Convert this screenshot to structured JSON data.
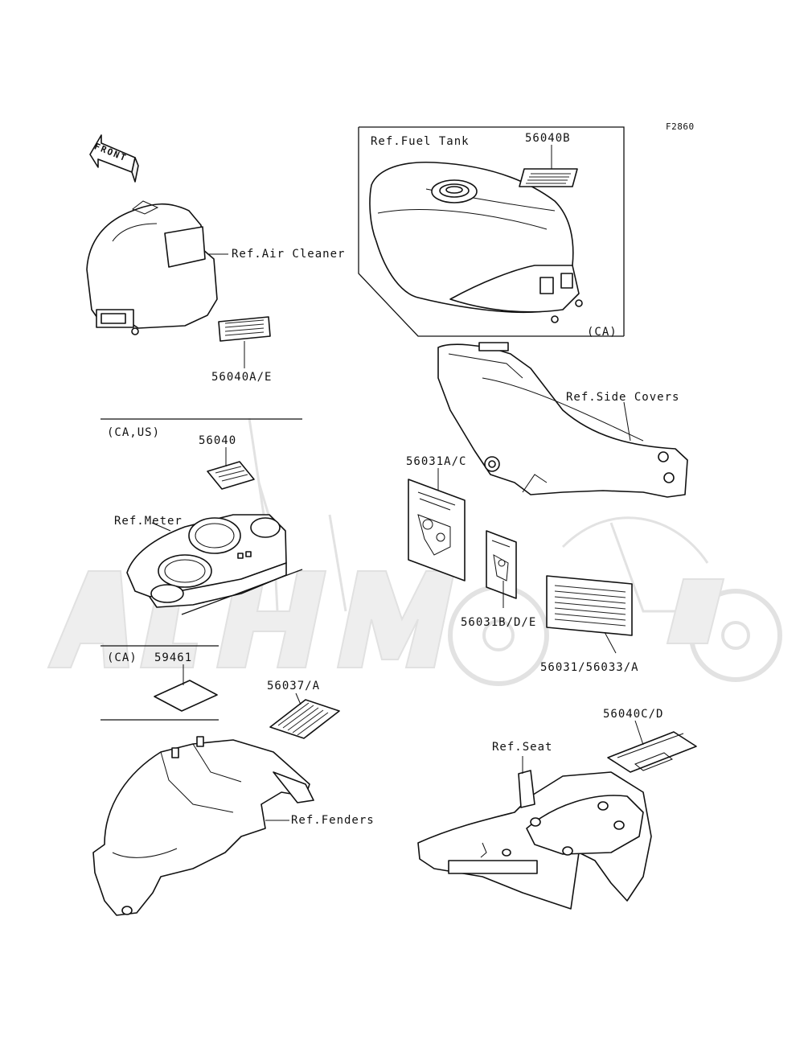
{
  "figure_code": "F2860",
  "watermark": "Kawasaki-style parts catalog watermark",
  "front_arrow": {
    "text": "FRONT",
    "icon": "front-direction-arrow-icon"
  },
  "labels": {
    "ref_fuel_tank": "Ref.Fuel Tank",
    "p_56040b": "56040B",
    "ca_fuel": "(CA)",
    "ref_air_cleaner": "Ref.Air Cleaner",
    "p_56040ae": "56040A/E",
    "ref_side_covers": "Ref.Side Covers",
    "ca_us": "(CA,US)",
    "p_56040": "56040",
    "ref_meter": "Ref.Meter",
    "p_56031ac": "56031A/C",
    "p_56031bde": "56031B/D/E",
    "p_56031_56033a": "56031/56033/A",
    "ca_59461": "(CA)",
    "p_59461": "59461",
    "p_56037a": "56037/A",
    "ref_fenders": "Ref.Fenders",
    "p_56040cd": "56040C/D",
    "ref_seat": "Ref.Seat"
  }
}
